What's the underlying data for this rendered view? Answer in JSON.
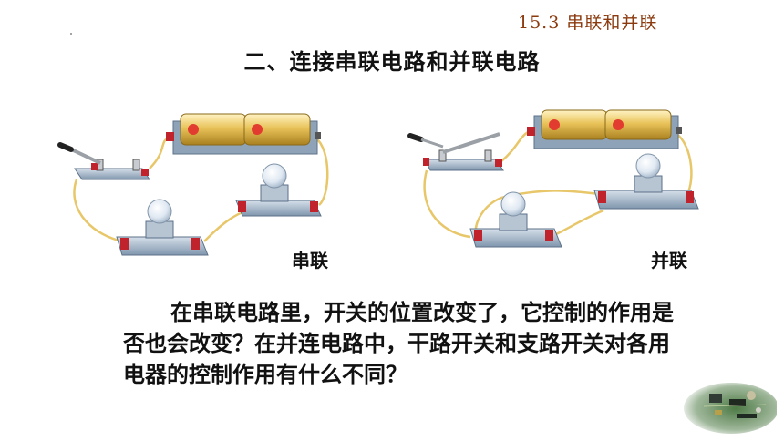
{
  "section_tag": "15.3  串联和并联",
  "heading": "二、连接串联电路和并联电路",
  "diagrams": {
    "series_label": "串联",
    "parallel_label": "并联"
  },
  "question_text": "在串联电路里，开关的位置改变了，它控制的作用是否也会改变？在并连电路中，干路开关和支路开关对各用电器的控制作用有什么不同？",
  "colors": {
    "title": "#8b3a0e",
    "wire": "#e8c76a",
    "battery": "#d9b04a",
    "terminal": "#c0232b",
    "base": "#9fb3c8"
  }
}
